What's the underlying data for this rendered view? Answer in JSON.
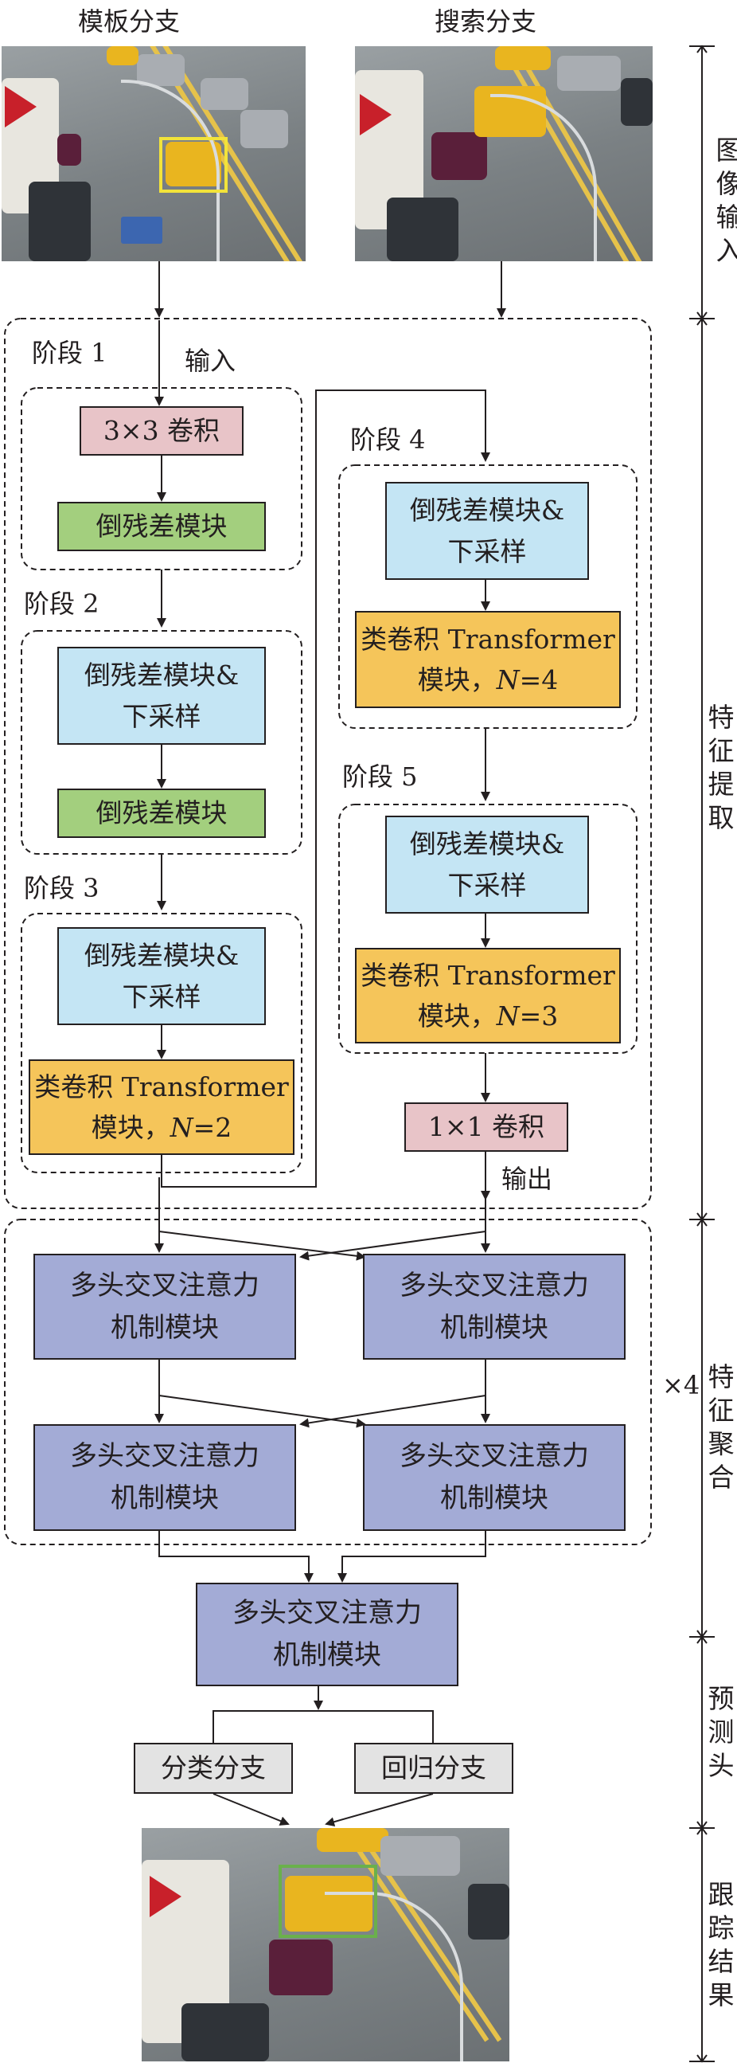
{
  "headers": {
    "template": "模板分支",
    "search": "搜索分支"
  },
  "stage_labels": {
    "s1": "阶段 1",
    "s2": "阶段 2",
    "s3": "阶段 3",
    "s4": "阶段 4",
    "s5": "阶段 5"
  },
  "io": {
    "input": "输入",
    "output": "输出"
  },
  "blocks": {
    "conv3": "3×3 卷积",
    "ir": "倒残差模块",
    "ir_ds_l1": "倒残差模块&",
    "ir_ds_l2": "下采样",
    "tf_l1": "类卷积 Transformer",
    "tf_l2": "模块，",
    "n_var": "N",
    "n2": "=2",
    "n3": "=3",
    "n4": "=4",
    "conv1": "1×1 卷积",
    "mhca_l1": "多头交叉注意力",
    "mhca_l2": "机制模块",
    "cls": "分类分支",
    "reg": "回归分支"
  },
  "repeat": "×4",
  "side_labels": {
    "image_input": [
      "图",
      "像",
      "输",
      "入"
    ],
    "feature_extract": [
      "特",
      "征",
      "提",
      "取"
    ],
    "feature_agg": [
      "特",
      "征",
      "聚",
      "合"
    ],
    "pred_head": [
      "预",
      "测",
      "头"
    ],
    "track_result": [
      "跟",
      "踪",
      "结",
      "果"
    ]
  },
  "colors": {
    "conv": "#e8c4c8",
    "inverted_residual": "#a3cf7e",
    "downsample": "#c4e5f4",
    "transformer": "#f5c55a",
    "attention": "#a3abd6",
    "head": "#e3e3e3",
    "template_box": "#f2e33a",
    "result_box": "#6ab04c"
  }
}
